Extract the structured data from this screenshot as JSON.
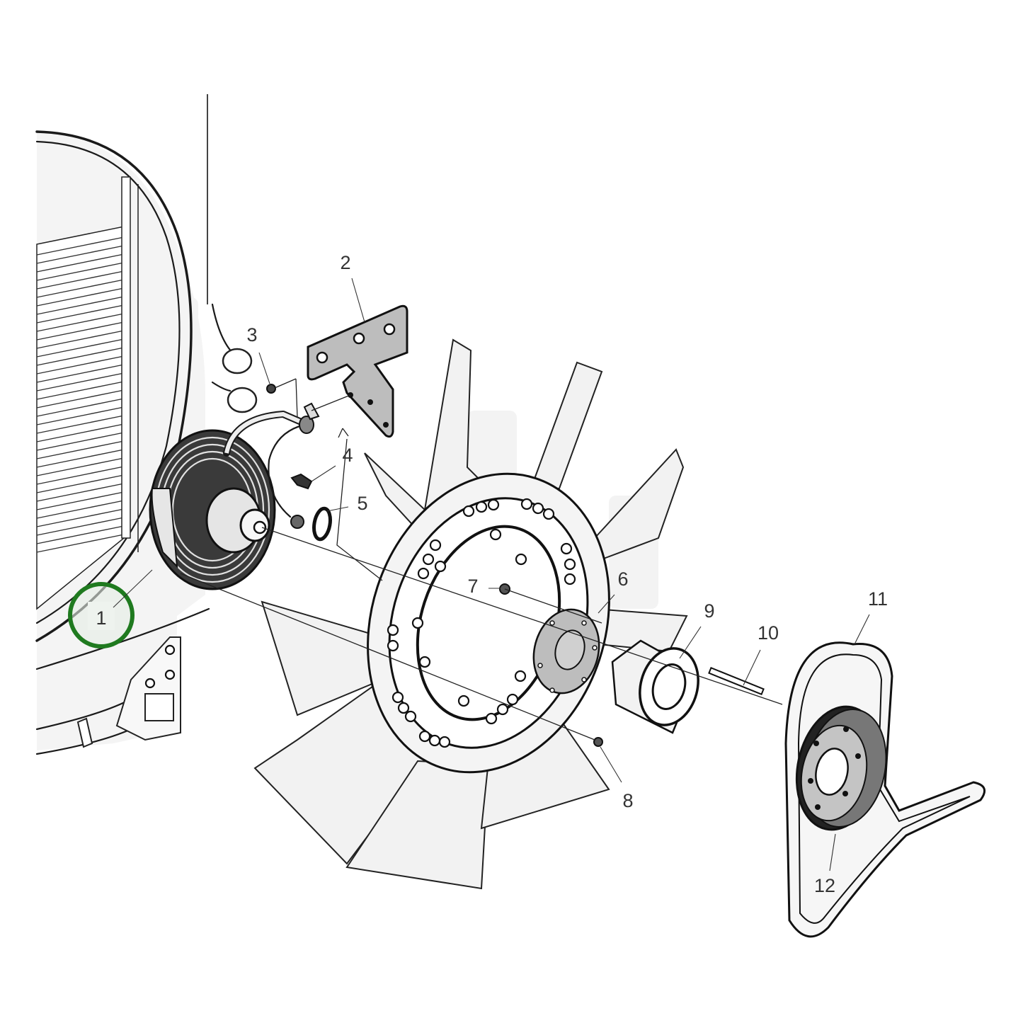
{
  "diagram": {
    "type": "exploded parts diagram",
    "subject": "Radiator fan drive assembly: fan clutch, fan, spacer, pulley and drive belt",
    "highlight_color": "#1f7a1f",
    "highlighted_callout": "1",
    "line_color": "#1a1a1a",
    "shade_color": "#bdbdbd",
    "background_color": "#ffffff"
  },
  "callouts": [
    {
      "id": "1",
      "label": "1",
      "part": "radiator / shroud"
    },
    {
      "id": "2",
      "label": "2",
      "part": "mounting bracket"
    },
    {
      "id": "3",
      "label": "3",
      "part": "bolt"
    },
    {
      "id": "4",
      "label": "4",
      "part": "clip"
    },
    {
      "id": "5",
      "label": "5",
      "part": "o-ring"
    },
    {
      "id": "6",
      "label": "6",
      "part": "flange plate"
    },
    {
      "id": "7",
      "label": "7",
      "part": "bolt"
    },
    {
      "id": "8",
      "label": "8",
      "part": "nut"
    },
    {
      "id": "9",
      "label": "9",
      "part": "spacer"
    },
    {
      "id": "10",
      "label": "10",
      "part": "stud / shaft"
    },
    {
      "id": "11",
      "label": "11",
      "part": "drive belt"
    },
    {
      "id": "12",
      "label": "12",
      "part": "pulley"
    }
  ]
}
